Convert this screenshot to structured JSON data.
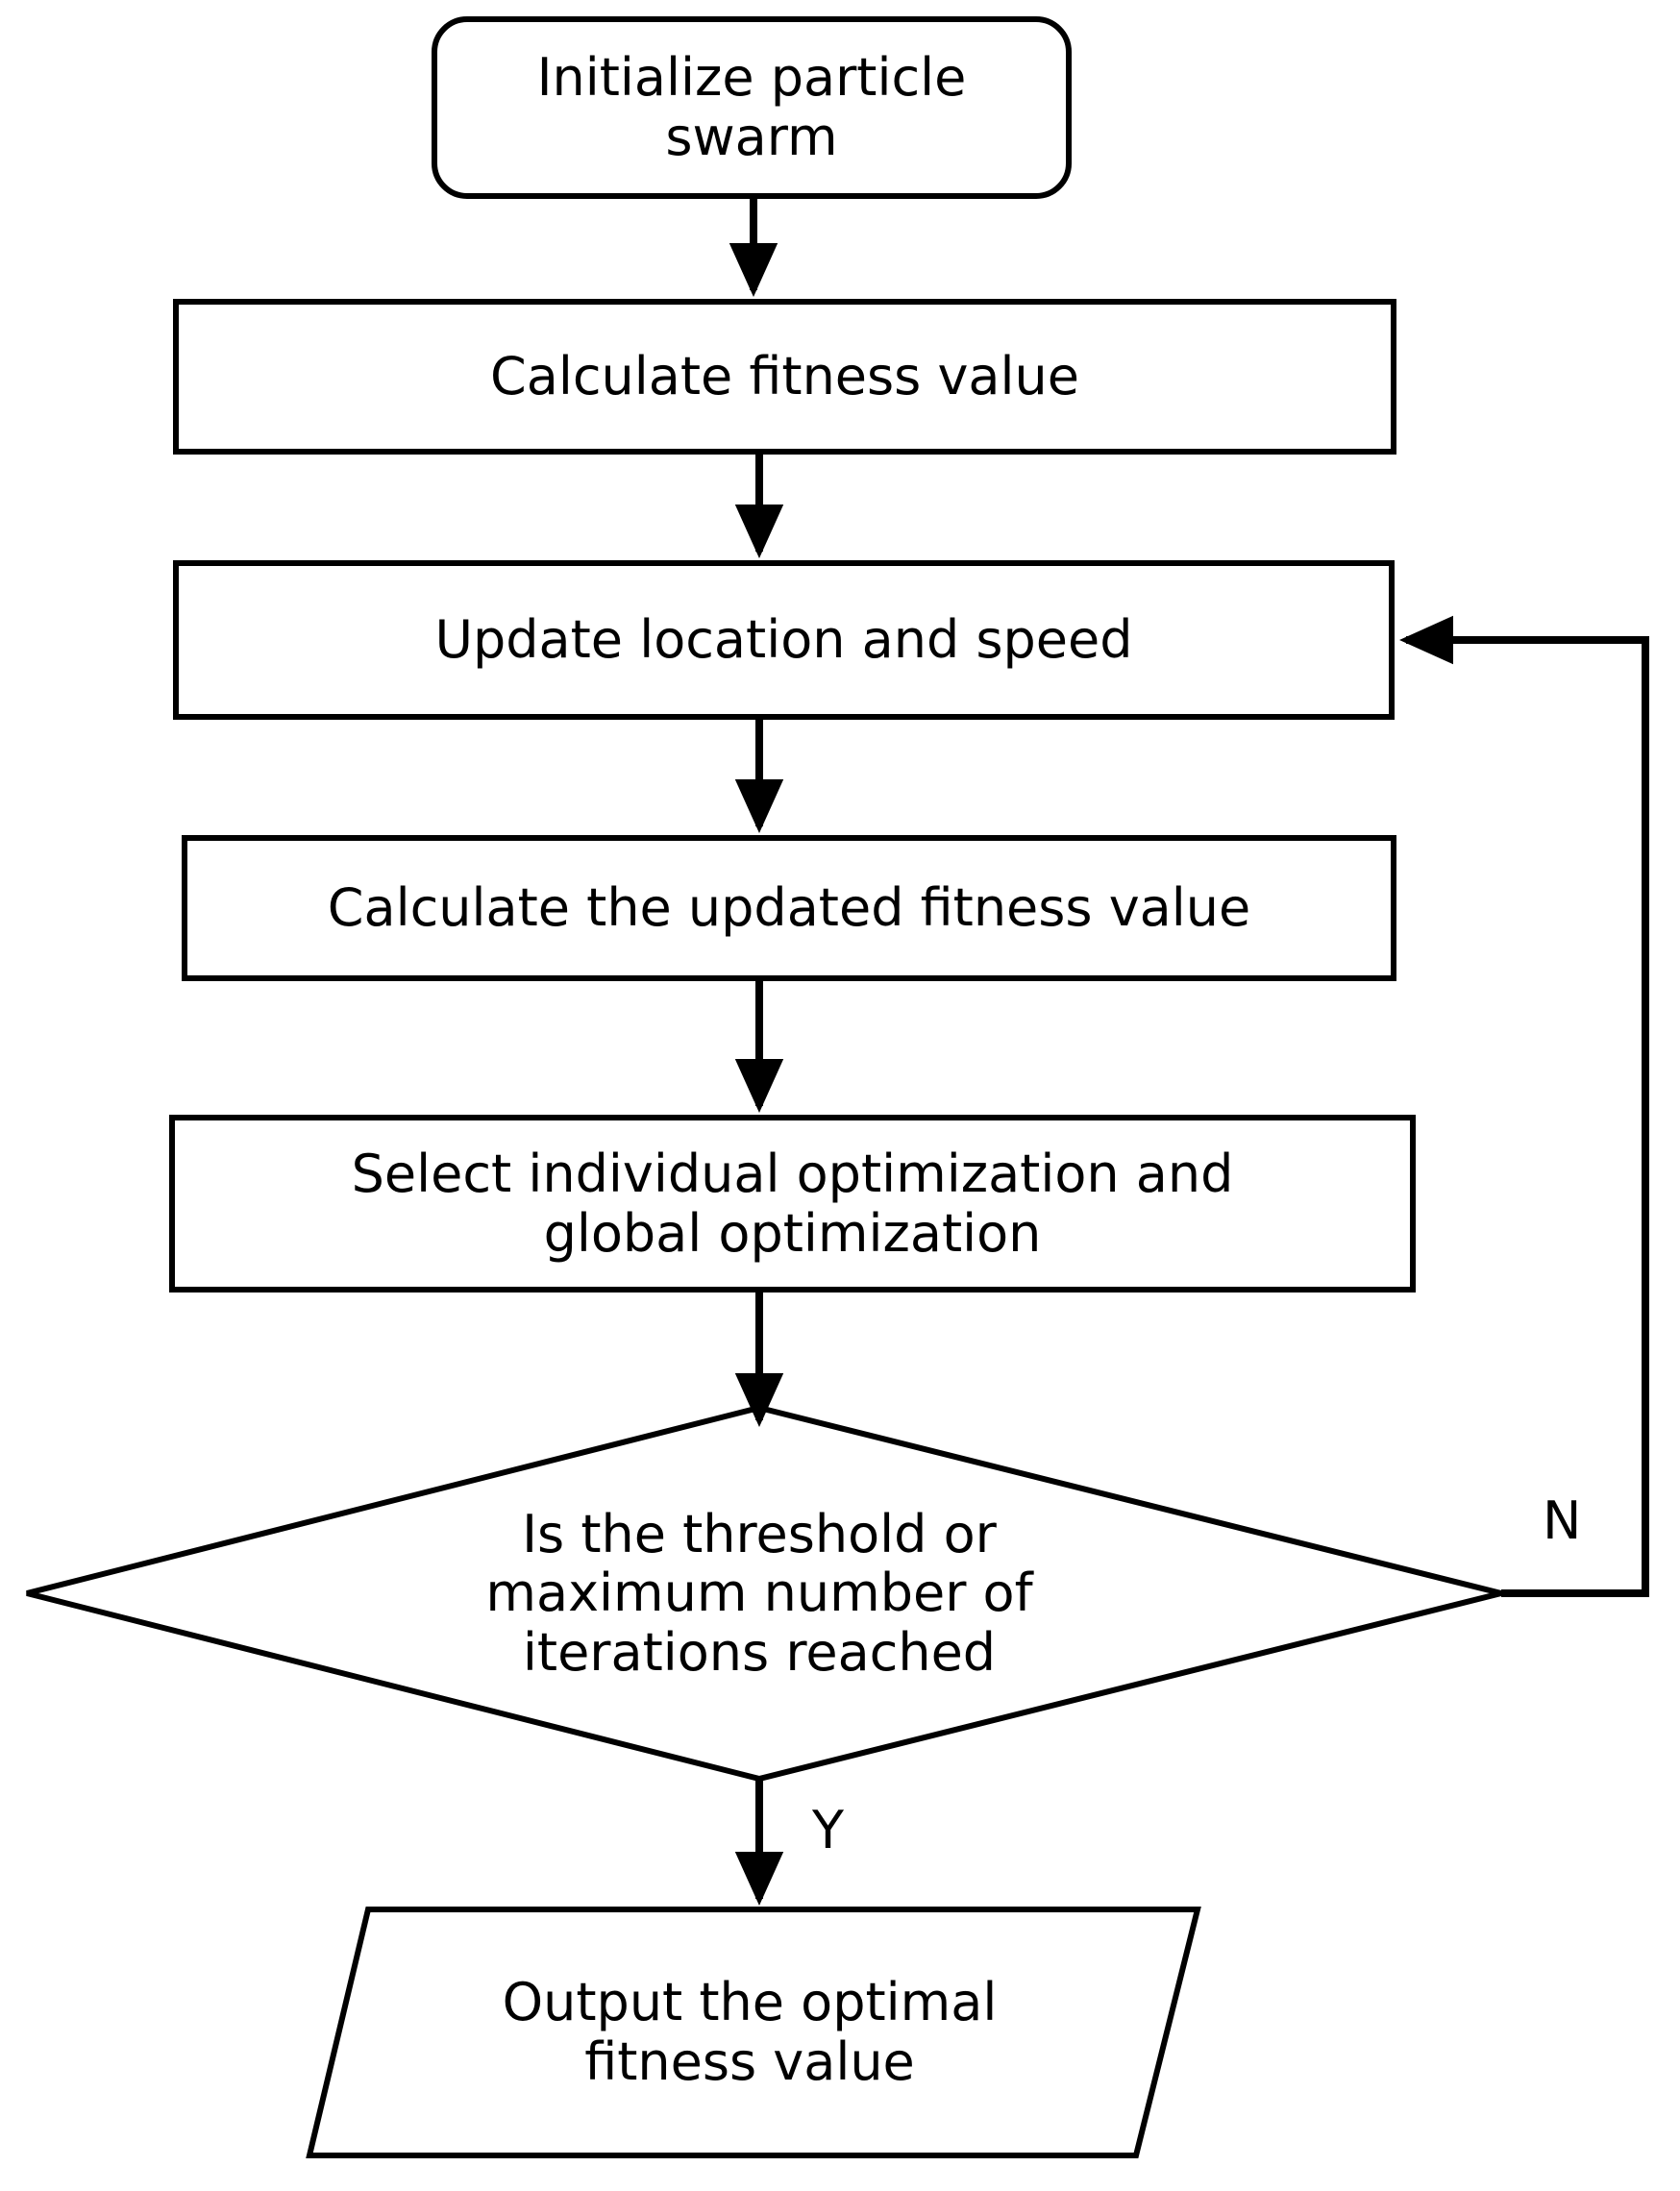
{
  "diagram": {
    "title": "Particle swarm optimization flowchart",
    "type": "flowchart",
    "background_color": "#ffffff",
    "stroke_color": "#000000",
    "text_color": "#000000",
    "nodes": [
      {
        "id": "initialize",
        "shape": "rounded-rectangle",
        "label": "Initialize particle\nswarm",
        "font_size": 54
      },
      {
        "id": "calc-fitness",
        "shape": "rectangle",
        "label": "Calculate fitness value",
        "font_size": 54
      },
      {
        "id": "update-location-speed",
        "shape": "rectangle",
        "label": "Update location and speed",
        "font_size": 54
      },
      {
        "id": "calc-updated-fitness",
        "shape": "rectangle",
        "label": "Calculate the updated fitness value",
        "font_size": 54
      },
      {
        "id": "select-optimization",
        "shape": "rectangle",
        "label": "Select individual optimization and\nglobal optimization",
        "font_size": 54
      },
      {
        "id": "decision-threshold",
        "shape": "diamond",
        "label": "Is the threshold or\nmaximum number of\niterations reached",
        "font_size": 54
      },
      {
        "id": "output-optimal",
        "shape": "parallelogram",
        "label": "Output the optimal\nfitness value",
        "font_size": 54
      }
    ],
    "edge_labels": [
      {
        "id": "branch-no",
        "text": "N",
        "font_size": 54
      },
      {
        "id": "branch-yes",
        "text": "Y",
        "font_size": 54
      }
    ]
  }
}
